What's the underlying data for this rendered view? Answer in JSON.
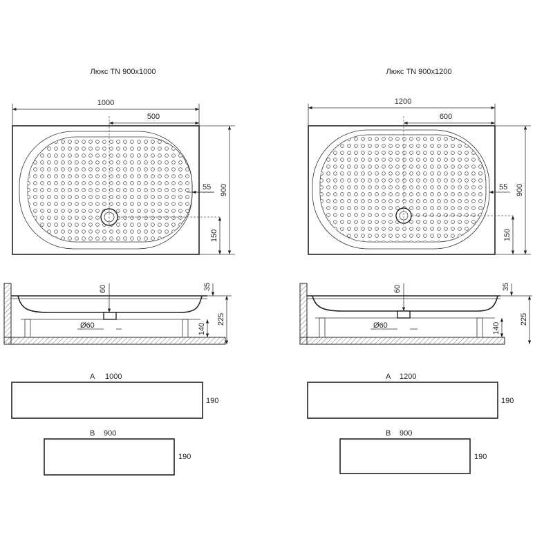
{
  "left": {
    "title": "Люкс TN 900x1000",
    "width_label": "1000",
    "half_label": "500",
    "side_offset_label": "55",
    "depth_label": "900",
    "drain_offset_label": "150",
    "rim_label": "35",
    "bowl_depth_label": "60",
    "total_height_label": "225",
    "leg_height_label": "140",
    "drain_diameter_label": "Ø60",
    "panel_a_letter": "A",
    "panel_a_length": "1000",
    "panel_a_height": "190",
    "panel_b_letter": "B",
    "panel_b_length": "900",
    "panel_b_height": "190"
  },
  "right": {
    "title": "Люкс TN 900x1200",
    "width_label": "1200",
    "half_label": "600",
    "side_offset_label": "55",
    "depth_label": "900",
    "drain_offset_label": "150",
    "rim_label": "35",
    "bowl_depth_label": "60",
    "total_height_label": "225",
    "leg_height_label": "140",
    "drain_diameter_label": "Ø60",
    "panel_a_letter": "A",
    "panel_a_length": "1200",
    "panel_a_height": "190",
    "panel_b_letter": "B",
    "panel_b_length": "900",
    "panel_b_height": "190"
  },
  "colors": {
    "line": "#222222",
    "hatch": "#555555",
    "background": "#ffffff"
  }
}
